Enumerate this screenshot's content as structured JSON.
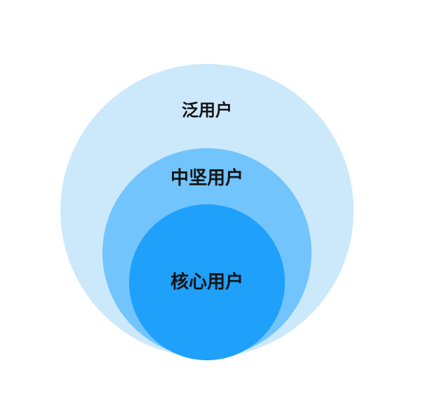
{
  "diagram": {
    "type": "nested-circles",
    "layers": [
      {
        "label": "泛用户",
        "color": "#cce9fc"
      },
      {
        "label": "中坚用户",
        "color": "#72c4fc"
      },
      {
        "label": "核心用户",
        "color": "#1fa0fb"
      }
    ],
    "text_color": "#141414",
    "background": "#ffffff"
  }
}
